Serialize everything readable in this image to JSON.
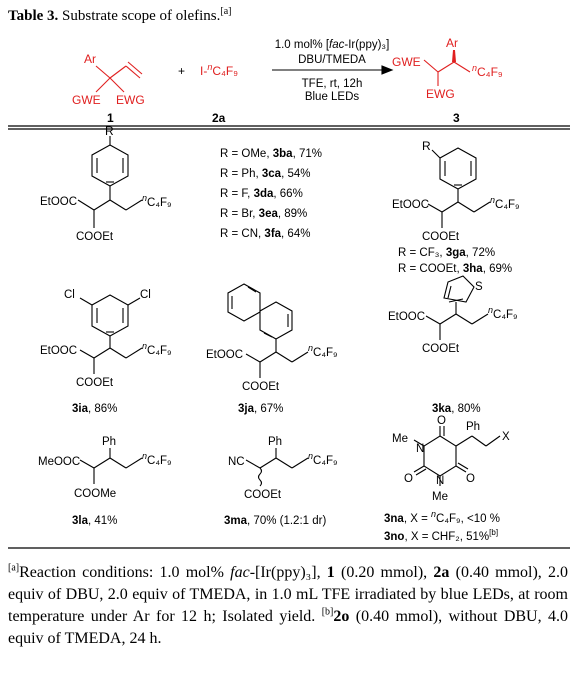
{
  "caption": {
    "label": "Table 3.",
    "text": "Substrate scope of olefins.",
    "note": "[a]"
  },
  "scheme": {
    "reactant1": {
      "ar": "Ar",
      "left": "GWE",
      "right": "EWG",
      "number": "1"
    },
    "plus": "+",
    "reagent": {
      "left": "I-",
      "sup": "n",
      "formula": "C₄F₉",
      "number": "2a"
    },
    "conditions_top": {
      "pre": "1.0 mol% [",
      "ital": "fac",
      "post": "-Ir(ppy)₃]"
    },
    "conditions_top2": "DBU/TMEDA",
    "conditions_bottom1": "TFE, rt, 12h",
    "conditions_bottom2": "Blue LEDs",
    "product": {
      "ar": "Ar",
      "left": "GWE",
      "right_sup": "n",
      "right": "C₄F₉",
      "bottom": "EWG",
      "number": "3"
    }
  },
  "rows": {
    "r1": {
      "left": {
        "r": "R",
        "esterL": "EtOOC",
        "esterB": "COOEt",
        "rf_sup": "n",
        "rf": "C₄F₉"
      },
      "list": [
        {
          "pre": "R = OMe, ",
          "code": "3ba",
          "post": ", 71%"
        },
        {
          "pre": "R = Ph, ",
          "code": "3ca",
          "post": ", 54%"
        },
        {
          "pre": "R = F, ",
          "code": "3da",
          "post": ", 66%"
        },
        {
          "pre": "R = Br, ",
          "code": "3ea",
          "post": ", 89%"
        },
        {
          "pre": "R = CN, ",
          "code": "3fa",
          "post": ", 64%"
        }
      ],
      "right": {
        "r": "R",
        "esterL": "EtOOC",
        "esterB": "COOEt",
        "rf_sup": "n",
        "rf": "C₄F₉",
        "lines": [
          {
            "pre": "R = CF₃, ",
            "code": "3ga",
            "post": ", 72%"
          },
          {
            "pre": "R = COOEt, ",
            "code": "3ha",
            "post": ", 69%"
          }
        ]
      }
    },
    "r2": [
      {
        "sub1": "Cl",
        "sub2": "Cl",
        "esterL": "EtOOC",
        "esterB": "COOEt",
        "rf_sup": "n",
        "rf": "C₄F₉",
        "code": "3ia",
        "post": ", 86%"
      },
      {
        "esterL": "EtOOC",
        "esterB": "COOEt",
        "rf_sup": "n",
        "rf": "C₄F₉",
        "code": "3ja",
        "post": ", 67%"
      },
      {
        "hetero": "S",
        "esterL": "EtOOC",
        "esterB": "COOEt",
        "rf_sup": "n",
        "rf": "C₄F₉",
        "code": "3ka",
        "post": ", 80%"
      }
    ],
    "r3": [
      {
        "ph": "Ph",
        "esterL": "MeOOC",
        "esterB": "COOMe",
        "rf_sup": "n",
        "rf": "C₄F₉",
        "code": "3la",
        "post": ", 41%"
      },
      {
        "ph": "Ph",
        "esterL": "NC",
        "esterB": "COOEt",
        "rf_sup": "n",
        "rf": "C₄F₉",
        "code": "3ma",
        "post": ", 70% (1.2:1 dr)"
      },
      {
        "ph": "Ph",
        "o1": "O",
        "o2": "O",
        "o3": "O",
        "me1": "Me",
        "n1": "N",
        "n2": "N",
        "me2": "Me",
        "x": "X",
        "lines": [
          {
            "code": "3na",
            "pre": ", X = ",
            "sup": "n",
            "post": "C₄F₉, <10 %"
          },
          {
            "code": "3no",
            "pre": ", X = CHF₂, 51%",
            "note": "[b]"
          }
        ]
      }
    ]
  },
  "footnote": {
    "a_mark": "[a]",
    "a1": "Reaction conditions: 1.0 mol% ",
    "a_ital": "fac",
    "a2": "-[Ir(ppy)₃], ",
    "a_b1": "1",
    "a3": " (0.20 mmol), ",
    "a_b2": "2a",
    "a4": " (0.40 mmol), 2.0 equiv of DBU, 2.0 equiv of TMEDA, in 1.0 mL TFE irradiated by blue LEDs, at room temperature under Ar for 12 h; Isolated yield. ",
    "b_mark": "[b]",
    "b_b": "2o",
    "b1": " (0.40 mmol), without DBU, 4.0 equiv of TMEDA, 24 h."
  }
}
